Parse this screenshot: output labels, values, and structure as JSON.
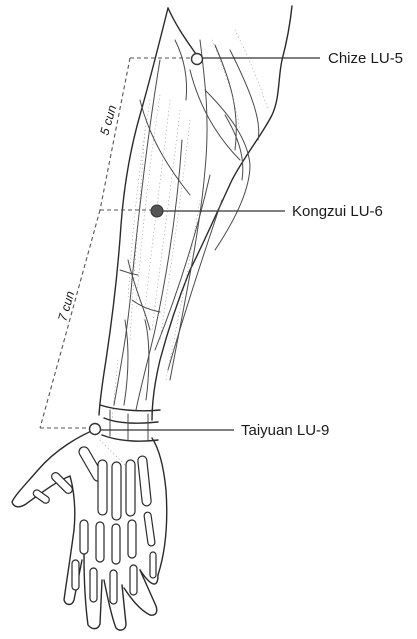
{
  "points": [
    {
      "name": "Chize LU-5",
      "marker": "open"
    },
    {
      "name": "Kongzui LU-6",
      "marker": "filled"
    },
    {
      "name": "Taiyuan LU-9",
      "marker": "open"
    }
  ],
  "measurements": [
    {
      "label": "5 cun"
    },
    {
      "label": "7 cun"
    }
  ],
  "colors": {
    "ink": "#1a1a1a",
    "marker_fill": "#555555",
    "dash": "#555555"
  }
}
